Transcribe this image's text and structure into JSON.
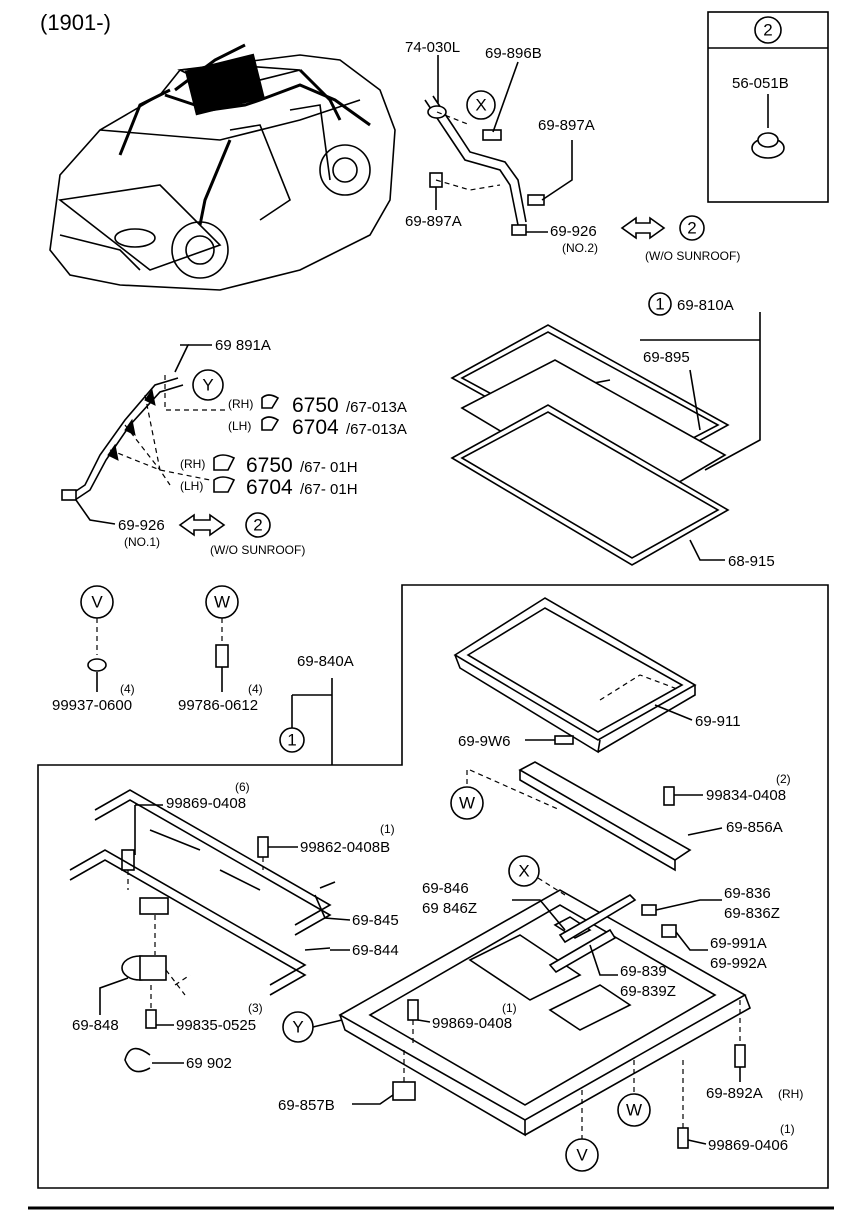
{
  "header": {
    "range": "(1901-)"
  },
  "inset_box": {
    "ref": "2",
    "part": "56-051B"
  },
  "labels": {
    "p74030L": "74-030L",
    "p69896B": "69-896B",
    "p69897A_r": "69-897A",
    "p69897A_l": "69-897A",
    "p69926_no2": "69-926",
    "no2": "(NO.2)",
    "wo_sunroof_top": "(W/O SUNROOF)",
    "p69810A": "69-810A",
    "p69895": "69-895",
    "p68915": "68-915",
    "p69891A": "69 891A",
    "rh1": "(RH)",
    "lh1": "(LH)",
    "rh2": "(RH)",
    "lh2": "(LH)",
    "code6750a": "6750",
    "code6704a": "6704",
    "code6750b": "6750",
    "code6704b": "6704",
    "suf013a_1": "/67-013A",
    "suf013a_2": "/67-013A",
    "suf01h_1": "/67- 01H",
    "suf01h_2": "/67- 01H",
    "p69926_no1": "69-926",
    "no1": "(NO.1)",
    "wo_sunroof_mid": "(W/O SUNROOF)",
    "p99937": "99937-0600",
    "qty_v": "(4)",
    "p99786": "99786-0612",
    "qty_w": "(4)",
    "p69840A": "69-840A",
    "p69911": "69-911",
    "p699W6": "69-9W6",
    "p99834": "99834-0408",
    "qty_99834": "(2)",
    "p69856A": "69-856A",
    "p99869_6": "99869-0408",
    "qty_6": "(6)",
    "p99862": "99862-0408B",
    "qty_99862": "(1)",
    "p69845": "69-845",
    "p69844": "69-844",
    "p69846": "69-846",
    "p69846Z": "69 846Z",
    "p69836": "69-836",
    "p69836Z": "69-836Z",
    "p69991A": "69-991A",
    "p69992A": "69-992A",
    "p69839": "69-839",
    "p69839Z": "69-839Z",
    "p69848": "69-848",
    "p99835": "99835-0525",
    "qty_99835": "(3)",
    "p99869_1": "99869-0408",
    "qty_99869_1": "(1)",
    "p69902": "69 902",
    "p69857B": "69-857B",
    "p69892A": "69-892A",
    "rh3": "(RH)",
    "p99869_0406": "99869-0406",
    "qty_0406": "(1)"
  },
  "callouts": {
    "x_top": "X",
    "y_mid": "Y",
    "v_mid": "V",
    "w_mid": "W",
    "one_a": "1",
    "one_b": "1",
    "two_a": "2",
    "two_b": "2",
    "w_low": "W",
    "x_low": "X",
    "y_low": "Y",
    "w_bot": "W",
    "v_bot": "V"
  }
}
